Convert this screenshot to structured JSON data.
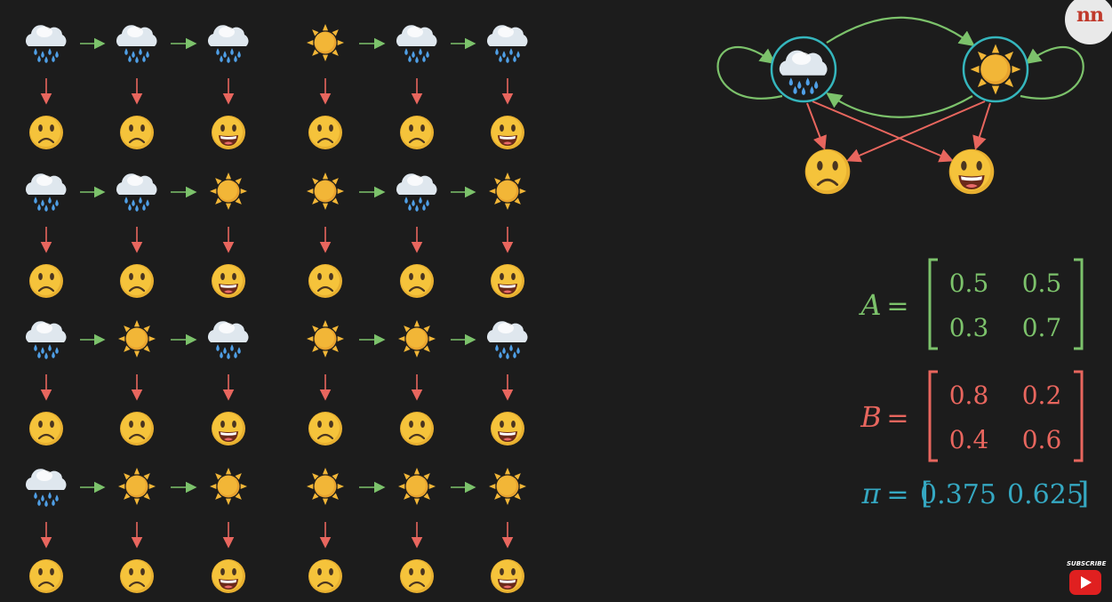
{
  "grid": {
    "rows": [
      [
        [
          "rain",
          "rain",
          "rain"
        ],
        [
          "sun",
          "rain",
          "rain"
        ]
      ],
      [
        [
          "rain",
          "rain",
          "sun"
        ],
        [
          "sun",
          "rain",
          "sun"
        ]
      ],
      [
        [
          "rain",
          "sun",
          "rain"
        ],
        [
          "sun",
          "sun",
          "rain"
        ]
      ],
      [
        [
          "rain",
          "sun",
          "sun"
        ],
        [
          "sun",
          "sun",
          "sun"
        ]
      ]
    ],
    "observations": [
      "sad",
      "sad",
      "happy"
    ]
  },
  "diagram": {
    "states": [
      "rain",
      "sun"
    ],
    "observations": [
      "sad",
      "happy"
    ]
  },
  "matrices": {
    "A": {
      "label": "A",
      "equals": "=",
      "rows": [
        [
          "0.5",
          "0.5"
        ],
        [
          "0.3",
          "0.7"
        ]
      ]
    },
    "B": {
      "label": "B",
      "equals": "=",
      "rows": [
        [
          "0.8",
          "0.2"
        ],
        [
          "0.4",
          "0.6"
        ]
      ]
    },
    "pi": {
      "label": "π",
      "equals": "=",
      "values": [
        "0.375",
        "0.625"
      ]
    }
  },
  "colors": {
    "background": "#1c1c1c",
    "transition": "#7cc26b",
    "emission": "#e8665e",
    "state_ring": "#35b6bd",
    "pi": "#35a8c2",
    "sun": "#f2b637",
    "face": "#e8b030",
    "cloud": "#dfe7ee",
    "rain": "#4f9fe6"
  },
  "logo": {
    "text": "nn"
  },
  "subscribe": {
    "text": "SUBSCRIBE",
    "icon": "play-icon"
  }
}
